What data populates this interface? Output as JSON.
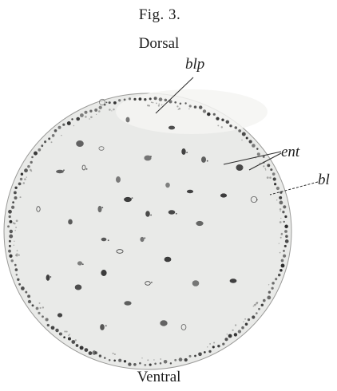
{
  "figure": {
    "title": "Fig. 3.",
    "top_label": "Dorsal",
    "bottom_label": "Ventral",
    "labels": {
      "blp": "blp",
      "ent": "ent",
      "bl": "bl"
    }
  },
  "colors": {
    "background": "#ffffff",
    "disc_fill": "#e9eae8",
    "ink": "#2a2a2a",
    "pale_cap": "#f4f4f2"
  }
}
